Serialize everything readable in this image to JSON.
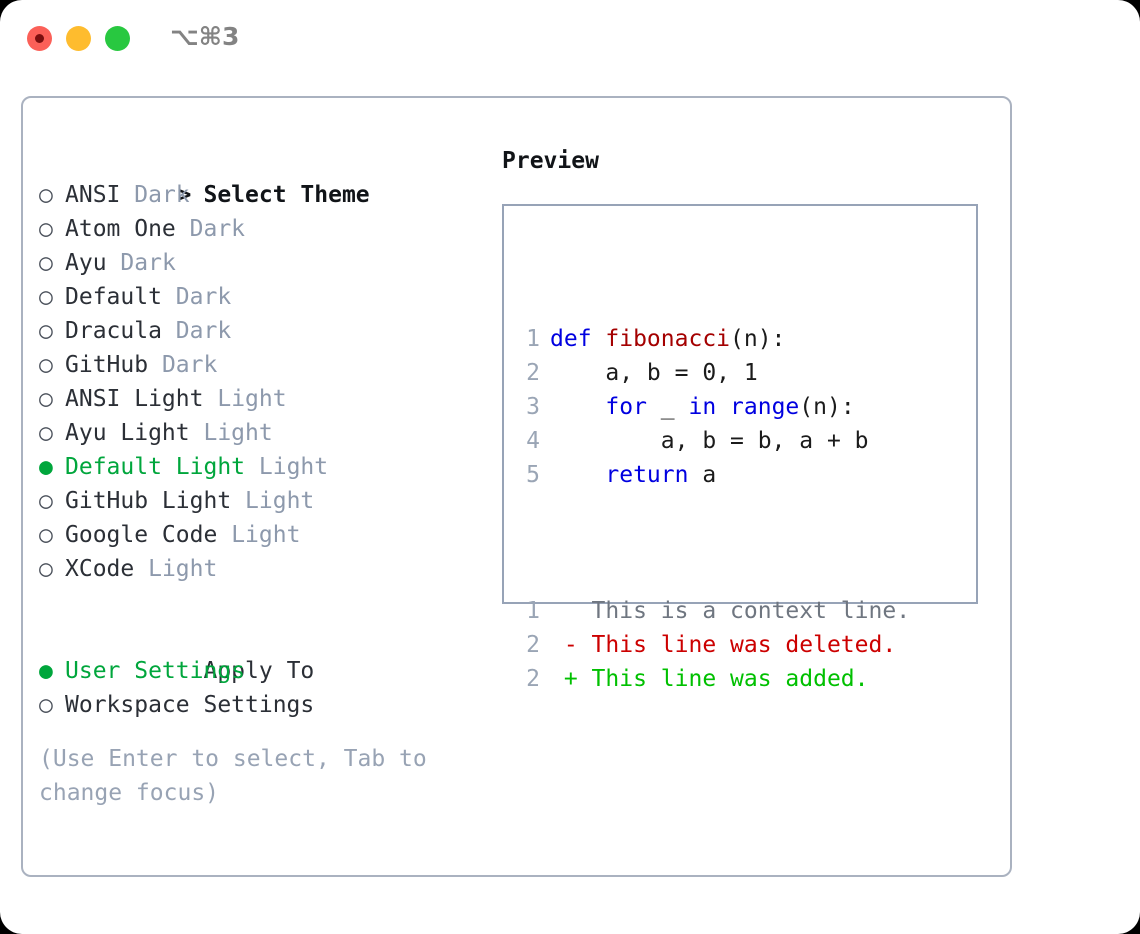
{
  "window": {
    "shortcut_title": "⌥⌘3",
    "traffic_lights": [
      "close-button",
      "minimize-button",
      "maximize-button"
    ]
  },
  "colors": {
    "accent_green": "#00a63c",
    "muted_tag": "#8d99ac",
    "border": "#aab2c0",
    "preview_border": "#97a3b7",
    "keyword_blue": "#0000e0",
    "function_red": "#a40000",
    "diff_delete": "#cc0000",
    "diff_add": "#00c000",
    "diff_context": "#6f7680",
    "help_text": "#98a3b4"
  },
  "left": {
    "section_title": "Select Theme",
    "section_marker": ">",
    "marker_unselected": "○",
    "marker_selected": "●",
    "themes": [
      {
        "name": "ANSI",
        "tag": "Dark",
        "selected": false
      },
      {
        "name": "Atom One",
        "tag": "Dark",
        "selected": false
      },
      {
        "name": "Ayu",
        "tag": "Dark",
        "selected": false
      },
      {
        "name": "Default",
        "tag": "Dark",
        "selected": false
      },
      {
        "name": "Dracula",
        "tag": "Dark",
        "selected": false
      },
      {
        "name": "GitHub",
        "tag": "Dark",
        "selected": false
      },
      {
        "name": "ANSI Light",
        "tag": "Light",
        "selected": false
      },
      {
        "name": "Ayu Light",
        "tag": "Light",
        "selected": false
      },
      {
        "name": "Default Light",
        "tag": "Light",
        "selected": true
      },
      {
        "name": "GitHub Light",
        "tag": "Light",
        "selected": false
      },
      {
        "name": "Google Code",
        "tag": "Light",
        "selected": false
      },
      {
        "name": "XCode",
        "tag": "Light",
        "selected": false
      }
    ],
    "apply_to_title": "Apply To",
    "apply_to": [
      {
        "name": "User Settings",
        "selected": true
      },
      {
        "name": "Workspace Settings",
        "selected": false
      }
    ],
    "help_text": "(Use Enter to select, Tab to change focus)"
  },
  "right": {
    "preview_title": "Preview",
    "code_lines": [
      {
        "number": "1",
        "tokens": [
          {
            "text": "def ",
            "style": "kw"
          },
          {
            "text": "fibonacci",
            "style": "fn"
          },
          {
            "text": "(n):",
            "style": "pl"
          }
        ]
      },
      {
        "number": "2",
        "tokens": [
          {
            "text": "    a, b = 0, 1",
            "style": "pl"
          }
        ]
      },
      {
        "number": "3",
        "tokens": [
          {
            "text": "    ",
            "style": "pl"
          },
          {
            "text": "for",
            "style": "kw"
          },
          {
            "text": " _ ",
            "style": "pl"
          },
          {
            "text": "in",
            "style": "kw"
          },
          {
            "text": " ",
            "style": "pl"
          },
          {
            "text": "range",
            "style": "kw"
          },
          {
            "text": "(n):",
            "style": "pl"
          }
        ]
      },
      {
        "number": "4",
        "tokens": [
          {
            "text": "        a, b = b, a + b",
            "style": "pl"
          }
        ]
      },
      {
        "number": "5",
        "tokens": [
          {
            "text": "    ",
            "style": "pl"
          },
          {
            "text": "return",
            "style": "kw"
          },
          {
            "text": " a",
            "style": "pl"
          }
        ]
      }
    ],
    "diff_lines": [
      {
        "number": "1",
        "sign": " ",
        "text": " This is a context line.",
        "kind": "context"
      },
      {
        "number": "2",
        "sign": "-",
        "text": " This line was deleted.",
        "kind": "delete"
      },
      {
        "number": "2",
        "sign": "+",
        "text": " This line was added.",
        "kind": "add"
      }
    ]
  }
}
